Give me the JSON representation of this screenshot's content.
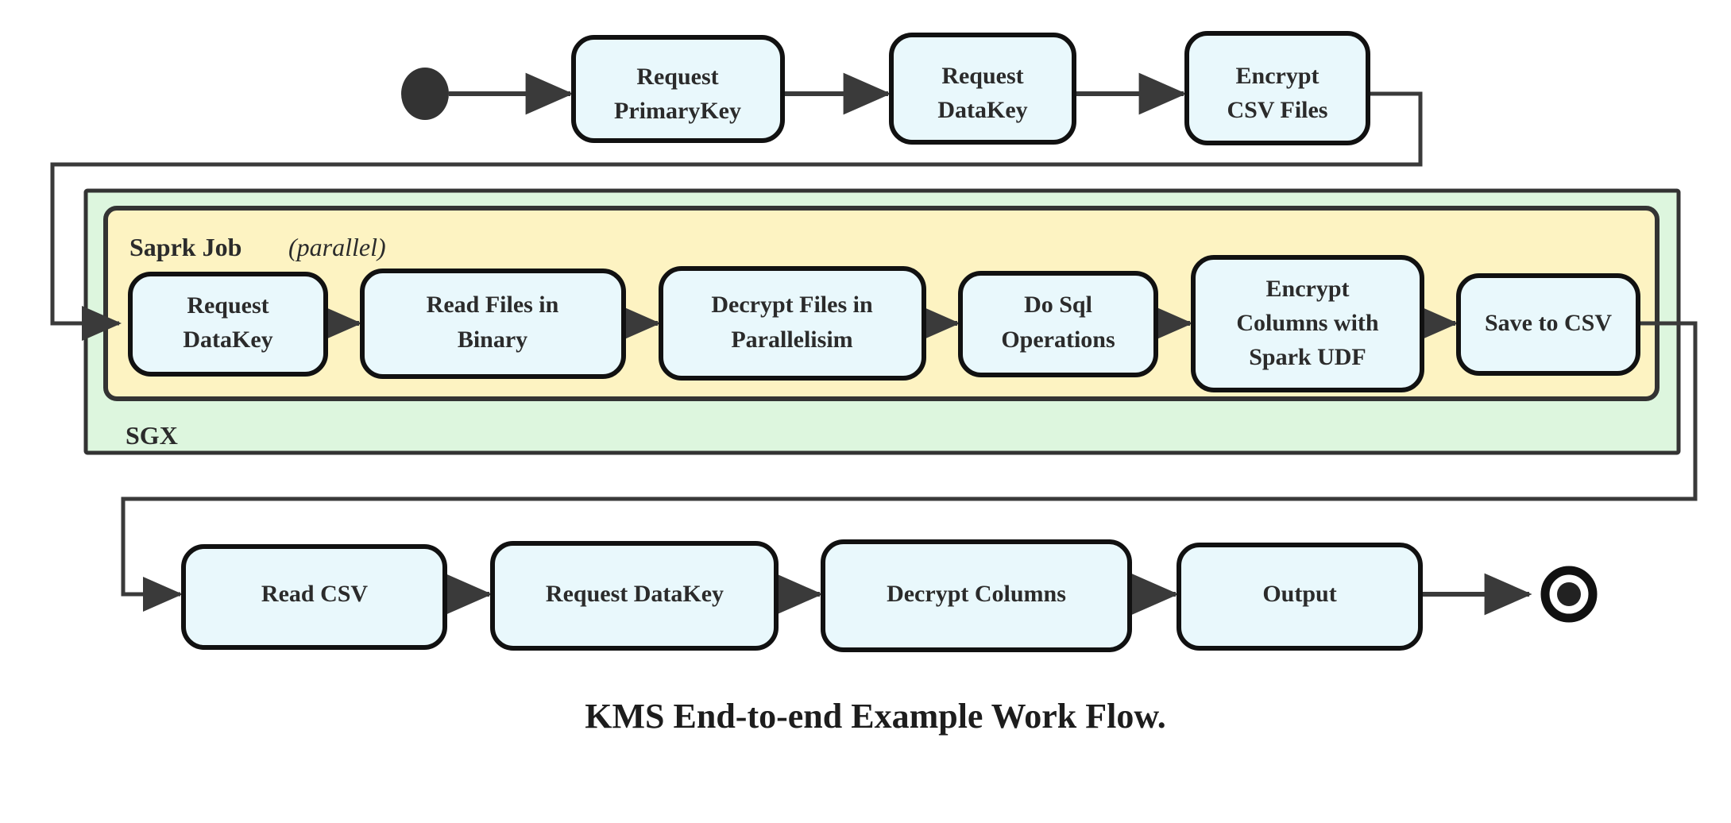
{
  "diagram": {
    "caption": "KMS End-to-end Example Work Flow.",
    "colors": {
      "node_fill": "#e9f8fc",
      "node_stroke": "#111111",
      "sgx_fill": "#ddf6de",
      "spark_fill": "#fdf3c2",
      "edge": "#3a3a3a",
      "text": "#2b2b2b",
      "background": "#ffffff"
    },
    "groups": {
      "sgx": {
        "label": "SGX"
      },
      "spark": {
        "label": "Saprk Job",
        "modifier": "(parallel)",
        "modifier_open": "(",
        "modifier_word": "parallel",
        "modifier_close": ")"
      }
    },
    "markers": {
      "start": "start-node",
      "end": "end-node"
    },
    "rows": {
      "top": [
        {
          "id": "request-primarykey",
          "line1": "Request",
          "line2": "PrimaryKey"
        },
        {
          "id": "request-datakey-top",
          "line1": "Request",
          "line2": "DataKey"
        },
        {
          "id": "encrypt-csv-files",
          "line1": "Encrypt",
          "line2": "CSV Files"
        }
      ],
      "spark": [
        {
          "id": "request-datakey-spark",
          "line1": "Request",
          "line2": "DataKey",
          "line3": ""
        },
        {
          "id": "read-files-in-binary",
          "line1": "Read Files in",
          "line2": "Binary",
          "line3": ""
        },
        {
          "id": "decrypt-files-in-parallelisim",
          "line1": "Decrypt Files in",
          "line2": "Parallelisim",
          "line3": ""
        },
        {
          "id": "do-sql-operations",
          "line1": "Do Sql",
          "line2": "Operations",
          "line3": ""
        },
        {
          "id": "encrypt-columns-with-spark-udf",
          "line1": "Encrypt",
          "line2": "Columns with",
          "line3": "Spark UDF"
        },
        {
          "id": "save-to-csv",
          "line1": "Save to CSV",
          "line2": "",
          "line3": ""
        }
      ],
      "bottom": [
        {
          "id": "read-csv",
          "line1": "Read CSV",
          "line2": ""
        },
        {
          "id": "request-datakey-bottom",
          "line1": "Request DataKey",
          "line2": ""
        },
        {
          "id": "decrypt-columns",
          "line1": "Decrypt Columns",
          "line2": ""
        },
        {
          "id": "output",
          "line1": "Output",
          "line2": ""
        }
      ]
    }
  }
}
